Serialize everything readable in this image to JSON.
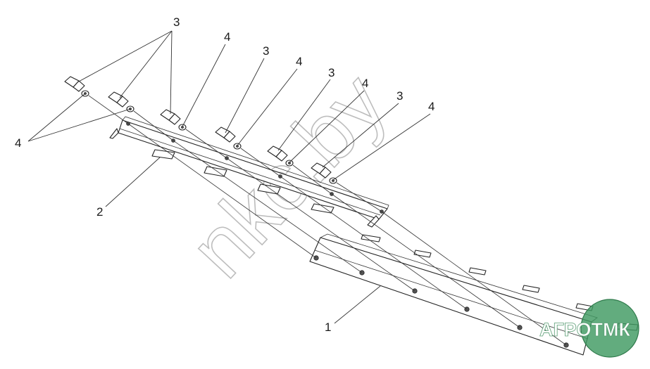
{
  "callouts": [
    {
      "id": "c3a",
      "label": "3"
    },
    {
      "id": "c4a",
      "label": "4"
    },
    {
      "id": "c3b",
      "label": "3"
    },
    {
      "id": "c4b",
      "label": "4"
    },
    {
      "id": "c3c",
      "label": "3"
    },
    {
      "id": "c4c",
      "label": "4"
    },
    {
      "id": "c3d",
      "label": "3"
    },
    {
      "id": "c4d",
      "label": "4"
    },
    {
      "id": "c4left",
      "label": "4"
    },
    {
      "id": "c2",
      "label": "2"
    },
    {
      "id": "c1",
      "label": "1"
    }
  ],
  "watermark": {
    "text": "nkc.by"
  },
  "logo": {
    "text": "АГРОТМК",
    "color": "#3f9a62"
  },
  "colors": {
    "line": "#222222",
    "watermark": "#bdbdbd",
    "background": "#ffffff"
  }
}
